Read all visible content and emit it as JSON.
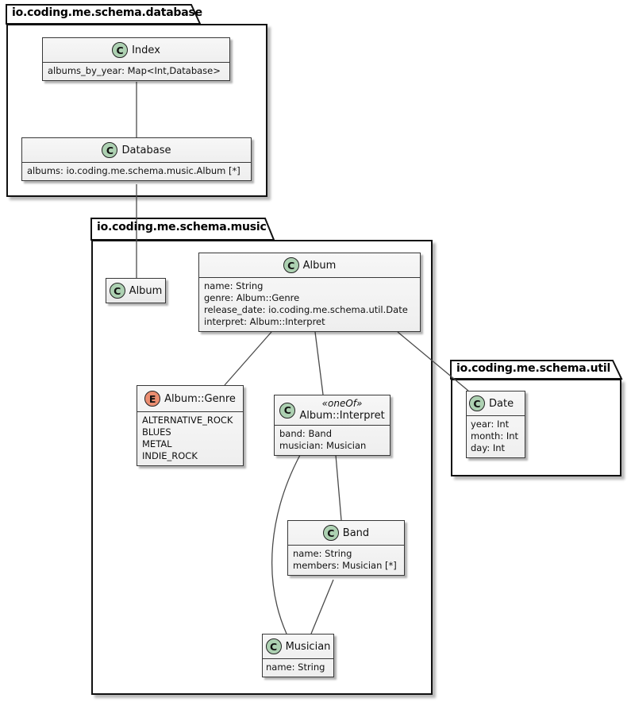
{
  "diagram": {
    "packages": {
      "database": {
        "name": "io.coding.me.schema.database"
      },
      "music": {
        "name": "io.coding.me.schema.music"
      },
      "util": {
        "name": "io.coding.me.schema.util"
      }
    },
    "classes": {
      "index": {
        "letter": "C",
        "name": "Index",
        "attributes": [
          "albums_by_year: Map<Int,Database>"
        ]
      },
      "database": {
        "letter": "C",
        "name": "Database",
        "attributes": [
          "albums: io.coding.me.schema.music.Album [*]"
        ]
      },
      "album_ref": {
        "letter": "C",
        "name": "Album"
      },
      "album": {
        "letter": "C",
        "name": "Album",
        "attributes": [
          "name: String",
          "genre: Album::Genre",
          "release_date: io.coding.me.schema.util.Date",
          "interpret: Album::Interpret"
        ]
      },
      "genre": {
        "letter": "E",
        "name": "Album::Genre",
        "attributes": [
          "ALTERNATIVE_ROCK",
          "BLUES",
          "METAL",
          "INDIE_ROCK"
        ]
      },
      "interpret": {
        "letter": "C",
        "stereotype": "«oneOf»",
        "name": "Album::Interpret",
        "attributes": [
          "band: Band",
          "musician: Musician"
        ]
      },
      "band": {
        "letter": "C",
        "name": "Band",
        "attributes": [
          "name: String",
          "members: Musician [*]"
        ]
      },
      "musician": {
        "letter": "C",
        "name": "Musician",
        "attributes": [
          "name: String"
        ]
      },
      "date": {
        "letter": "C",
        "name": "Date",
        "attributes": [
          "year: Int",
          "month: Int",
          "day: Int"
        ]
      }
    },
    "colors": {
      "class_spot_fill": "#ADD1B2",
      "enum_spot_fill": "#EB8E71",
      "box_fill": "#F1F1F1",
      "package_fill": "#FFFFFF",
      "border": "#383838",
      "edge": "#4A4A4A"
    }
  }
}
